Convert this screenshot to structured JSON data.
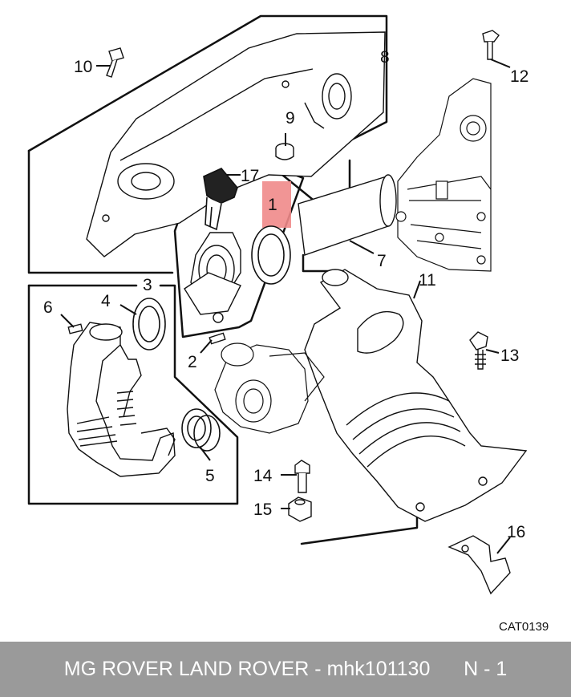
{
  "diagram": {
    "catalog_code": "CAT0139",
    "highlight_color": "#f08a8a",
    "callouts": {
      "p1": "1",
      "p2": "2",
      "p3": "3",
      "p4": "4",
      "p5": "5",
      "p6": "6",
      "p7": "7",
      "p8": "8",
      "p9": "9",
      "p10": "10",
      "p11": "11",
      "p12": "12",
      "p13": "13",
      "p14": "14",
      "p15": "15",
      "p16": "16",
      "p17": "17"
    },
    "highlighted_callout": "1"
  },
  "footer": {
    "title": "MG ROVER LAND ROVER - mhk101130",
    "page": "N - 1"
  }
}
